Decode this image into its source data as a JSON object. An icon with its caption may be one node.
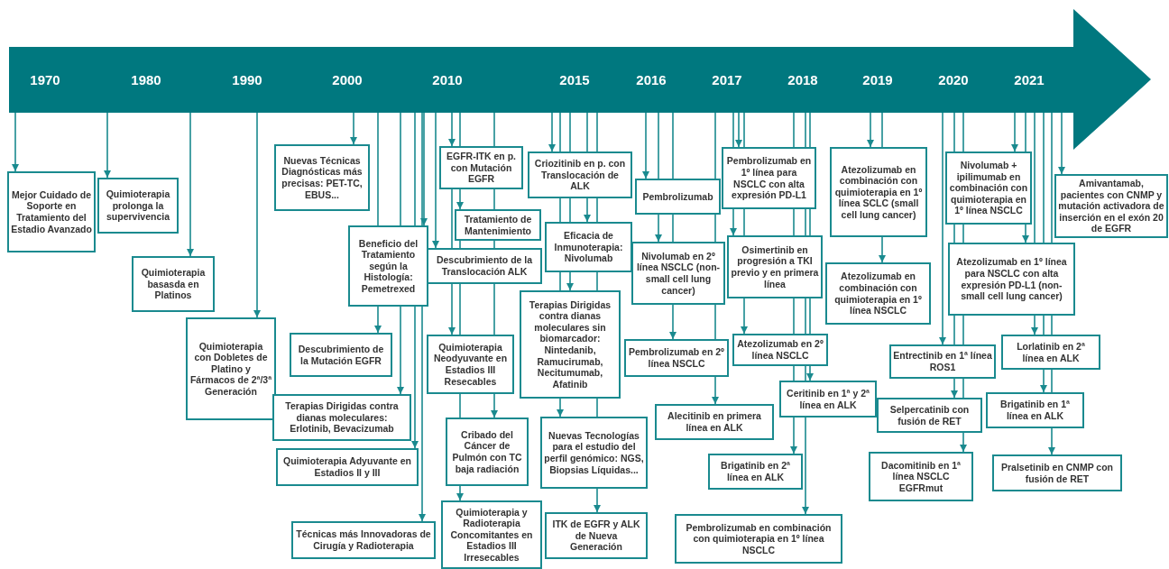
{
  "diagram": {
    "nodes": [
      {
        "text": [
          "1970",
          "1980",
          "1990",
          "2000",
          "2010",
          "2015",
          "2016",
          "2017",
          "2018",
          "2019",
          "2020",
          "2021"
        ]
      },
      {
        "text": [
          "Mejor Cuidado de Soporte en Tratamiento del Estadio Avanzado"
        ]
      },
      {
        "text": [
          "Quimioterapia prolonga la supervivencia"
        ]
      },
      {
        "text": [
          "Quimioterapia basasda en Platinos"
        ]
      },
      {
        "text": [
          "Quimioterapia con Dobletes de Platino y Fármacos de 2ª/3ª Generación"
        ]
      },
      {
        "text": [
          "Nuevas Técnicas Diagnósticas más precisas: PET-TC, EBUS..."
        ]
      },
      {
        "text": [
          "Beneficio del Tratamiento según la Histología: Pemetrexed"
        ]
      },
      {
        "text": [
          "Descubrimiento de la Mutación EGFR"
        ]
      },
      {
        "text": [
          "Terapias Dirigidas contra dianas moleculares: Erlotinib, Bevacizumab"
        ]
      },
      {
        "text": [
          "Quimioterapia Adyuvante en Estadios II y III"
        ]
      },
      {
        "text": [
          "Técnicas más Innovadoras de Cirugía y Radioterapia"
        ]
      },
      {
        "text": [
          "EGFR-ITK en p. con Mutación EGFR"
        ]
      },
      {
        "text": [
          "Tratamiento de Mantenimiento"
        ]
      },
      {
        "text": [
          "Descubrimiento de la Translocación ALK"
        ]
      },
      {
        "text": [
          "Quimioterapia Neodyuvante en Estadios III Resecables"
        ]
      },
      {
        "text": [
          "Cribado del Cáncer de Pulmón con TC baja radiación"
        ]
      },
      {
        "text": [
          "Quimioterapia y Radioterapia Concomitantes en Estadios III Irresecables"
        ]
      },
      {
        "text": [
          "Criozitinib en p. con Translocación de ALK"
        ]
      },
      {
        "text": [
          "Eficacia de Inmunoterapia: Nivolumab"
        ]
      },
      {
        "text": [
          "Terapias Dirigidas contra dianas moleculares sin biomarcador: Nintedanib, Ramucirumab, Necitumumab, Afatinib"
        ]
      },
      {
        "text": [
          "Nuevas Tecnologías para el estudio del perfil genómico: NGS, Biopsias Líquidas..."
        ]
      },
      {
        "text": [
          "ITK de EGFR y ALK de Nueva Generación"
        ]
      },
      {
        "text": [
          "Pembrolizumab"
        ]
      },
      {
        "text": [
          "Nivolumab en 2º línea NSCLC (non-small cell lung cancer)"
        ]
      },
      {
        "text": [
          "Pembrolizumab en 2º línea NSCLC"
        ]
      },
      {
        "text": [
          "Alecitinib en primera línea en ALK"
        ]
      },
      {
        "text": [
          "Pembrolizumab en 1º línea para NSCLC con alta expresión PD-L1"
        ]
      },
      {
        "text": [
          "Osimertinib en progresión a TKI previo y en primera línea"
        ]
      },
      {
        "text": [
          "Atezolizumab en 2º línea NSCLC"
        ]
      },
      {
        "text": [
          "Ceritinib en 1ª y 2ª línea en ALK"
        ]
      },
      {
        "text": [
          "Brigatinib en 2ª línea en ALK"
        ]
      },
      {
        "text": [
          "Pembrolizumab en combinación con quimioterapia en 1º línea NSCLC"
        ]
      },
      {
        "text": [
          "Atezolizumab en combinación con quimioterapia en 1º línea SCLC (small cell lung cancer)"
        ]
      },
      {
        "text": [
          "Atezolizumab en combinación con quimioterapia en 1º línea NSCLC"
        ]
      },
      {
        "text": [
          "Nivolumab + ipilimumab en combinación con quimioterapia en 1º línea NSCLC"
        ]
      },
      {
        "text": [
          "Atezolizumab en 1º línea para NSCLC con alta expresión PD-L1 (non-small cell lung cancer)"
        ]
      },
      {
        "text": [
          "Entrectinib en 1ª línea ROS1"
        ]
      },
      {
        "text": [
          "Selpercatinib con fusión de RET"
        ]
      },
      {
        "text": [
          "Dacomitinib en 1ª línea NSCLC EGFRmut"
        ]
      },
      {
        "text": [
          "Amivantamab, pacientes con CNMP y mutación activadora de inserción en el exón 20 de EGFR"
        ]
      },
      {
        "text": [
          "Lorlatinib en 2ª línea en ALK"
        ]
      },
      {
        "text": [
          "Brigatinib en 1ª línea en ALK"
        ]
      },
      {
        "text": [
          "Pralsetinib en CNMP con fusión de RET"
        ]
      }
    ],
    "edges": [
      {
        "from": 0,
        "to": 1,
        "arrow": "to"
      },
      {
        "from": 0,
        "to": 2,
        "arrow": "to"
      },
      {
        "from": 0,
        "to": 3,
        "arrow": "to"
      },
      {
        "from": 0,
        "to": 4,
        "arrow": "to"
      },
      {
        "from": 0,
        "to": 5,
        "arrow": "to"
      },
      {
        "from": 0,
        "to": 6,
        "arrow": "to"
      },
      {
        "from": 0,
        "to": 6,
        "arrow": "none"
      },
      {
        "from": 6,
        "to": 7,
        "arrow": "to"
      },
      {
        "from": 0,
        "to": 6,
        "arrow": "none"
      },
      {
        "from": 6,
        "to": 8,
        "arrow": "to"
      },
      {
        "from": 0,
        "to": 6,
        "arrow": "none"
      },
      {
        "from": 6,
        "to": 9,
        "arrow": "to"
      },
      {
        "from": 0,
        "to": 6,
        "arrow": "none"
      },
      {
        "from": 6,
        "to": 10,
        "arrow": "to"
      },
      {
        "from": 0,
        "to": 11,
        "arrow": "to"
      },
      {
        "from": 11,
        "to": 13,
        "arrow": "none"
      },
      {
        "from": 13,
        "to": 14,
        "arrow": "to"
      },
      {
        "from": 0,
        "to": 11,
        "arrow": "none"
      },
      {
        "from": 11,
        "to": 12,
        "arrow": "to"
      },
      {
        "from": 12,
        "to": 13,
        "arrow": "none"
      },
      {
        "from": 13,
        "to": 14,
        "arrow": "none"
      },
      {
        "from": 14,
        "to": 15,
        "arrow": "none"
      },
      {
        "from": 15,
        "to": 16,
        "arrow": "to"
      },
      {
        "from": 0,
        "to": 13,
        "arrow": "to"
      },
      {
        "from": 0,
        "to": 11,
        "arrow": "none"
      },
      {
        "from": 11,
        "to": 12,
        "arrow": "none"
      },
      {
        "from": 12,
        "to": 13,
        "arrow": "none"
      },
      {
        "from": 13,
        "to": 14,
        "arrow": "none"
      },
      {
        "from": 14,
        "to": 15,
        "arrow": "to"
      },
      {
        "from": 0,
        "to": 17,
        "arrow": "to"
      },
      {
        "from": 0,
        "to": 17,
        "arrow": "none"
      },
      {
        "from": 17,
        "to": 18,
        "arrow": "to"
      },
      {
        "from": 0,
        "to": 17,
        "arrow": "none"
      },
      {
        "from": 17,
        "to": 18,
        "arrow": "none"
      },
      {
        "from": 18,
        "to": 19,
        "arrow": "to"
      },
      {
        "from": 0,
        "to": 17,
        "arrow": "none"
      },
      {
        "from": 17,
        "to": 18,
        "arrow": "none"
      },
      {
        "from": 18,
        "to": 19,
        "arrow": "none"
      },
      {
        "from": 19,
        "to": 20,
        "arrow": "to"
      },
      {
        "from": 0,
        "to": 17,
        "arrow": "none"
      },
      {
        "from": 17,
        "to": 18,
        "arrow": "none"
      },
      {
        "from": 18,
        "to": 19,
        "arrow": "none"
      },
      {
        "from": 19,
        "to": 20,
        "arrow": "none"
      },
      {
        "from": 20,
        "to": 21,
        "arrow": "to"
      },
      {
        "from": 0,
        "to": 22,
        "arrow": "to"
      },
      {
        "from": 0,
        "to": 22,
        "arrow": "none"
      },
      {
        "from": 22,
        "to": 23,
        "arrow": "to"
      },
      {
        "from": 0,
        "to": 22,
        "arrow": "none"
      },
      {
        "from": 22,
        "to": 23,
        "arrow": "none"
      },
      {
        "from": 23,
        "to": 24,
        "arrow": "to"
      },
      {
        "from": 0,
        "to": 22,
        "arrow": "none"
      },
      {
        "from": 22,
        "to": 23,
        "arrow": "none"
      },
      {
        "from": 23,
        "to": 24,
        "arrow": "none"
      },
      {
        "from": 24,
        "to": 25,
        "arrow": "to"
      },
      {
        "from": 0,
        "to": 26,
        "arrow": "to"
      },
      {
        "from": 0,
        "to": 26,
        "arrow": "none"
      },
      {
        "from": 26,
        "to": 27,
        "arrow": "to"
      },
      {
        "from": 0,
        "to": 26,
        "arrow": "none"
      },
      {
        "from": 26,
        "to": 27,
        "arrow": "none"
      },
      {
        "from": 27,
        "to": 28,
        "arrow": "to"
      },
      {
        "from": 0,
        "to": 26,
        "arrow": "none"
      },
      {
        "from": 26,
        "to": 27,
        "arrow": "none"
      },
      {
        "from": 27,
        "to": 28,
        "arrow": "none"
      },
      {
        "from": 28,
        "to": 29,
        "arrow": "to"
      },
      {
        "from": 0,
        "to": 26,
        "arrow": "none"
      },
      {
        "from": 26,
        "to": 27,
        "arrow": "none"
      },
      {
        "from": 27,
        "to": 28,
        "arrow": "none"
      },
      {
        "from": 28,
        "to": 29,
        "arrow": "none"
      },
      {
        "from": 29,
        "to": 30,
        "arrow": "to"
      },
      {
        "from": 0,
        "to": 26,
        "arrow": "none"
      },
      {
        "from": 26,
        "to": 27,
        "arrow": "none"
      },
      {
        "from": 27,
        "to": 28,
        "arrow": "none"
      },
      {
        "from": 28,
        "to": 29,
        "arrow": "none"
      },
      {
        "from": 29,
        "to": 31,
        "arrow": "to"
      },
      {
        "from": 0,
        "to": 32,
        "arrow": "to"
      },
      {
        "from": 0,
        "to": 32,
        "arrow": "none"
      },
      {
        "from": 32,
        "to": 33,
        "arrow": "to"
      },
      {
        "from": 0,
        "to": 34,
        "arrow": "to"
      },
      {
        "from": 0,
        "to": 34,
        "arrow": "none"
      },
      {
        "from": 34,
        "to": 35,
        "arrow": "to"
      },
      {
        "from": 0,
        "to": 36,
        "arrow": "to"
      },
      {
        "from": 0,
        "to": 34,
        "arrow": "none"
      },
      {
        "from": 34,
        "to": 35,
        "arrow": "none"
      },
      {
        "from": 35,
        "to": 36,
        "arrow": "none"
      },
      {
        "from": 36,
        "to": 37,
        "arrow": "to"
      },
      {
        "from": 0,
        "to": 34,
        "arrow": "none"
      },
      {
        "from": 34,
        "to": 35,
        "arrow": "none"
      },
      {
        "from": 35,
        "to": 36,
        "arrow": "none"
      },
      {
        "from": 36,
        "to": 37,
        "arrow": "none"
      },
      {
        "from": 37,
        "to": 38,
        "arrow": "to"
      },
      {
        "from": 0,
        "to": 39,
        "arrow": "to"
      },
      {
        "from": 0,
        "to": 35,
        "arrow": "none"
      },
      {
        "from": 35,
        "to": 40,
        "arrow": "to"
      },
      {
        "from": 0,
        "to": 35,
        "arrow": "none"
      },
      {
        "from": 35,
        "to": 40,
        "arrow": "none"
      },
      {
        "from": 40,
        "to": 41,
        "arrow": "to"
      },
      {
        "from": 0,
        "to": 35,
        "arrow": "none"
      },
      {
        "from": 35,
        "to": 40,
        "arrow": "none"
      },
      {
        "from": 40,
        "to": 41,
        "arrow": "none"
      },
      {
        "from": 41,
        "to": 42,
        "arrow": "to"
      }
    ]
  }
}
